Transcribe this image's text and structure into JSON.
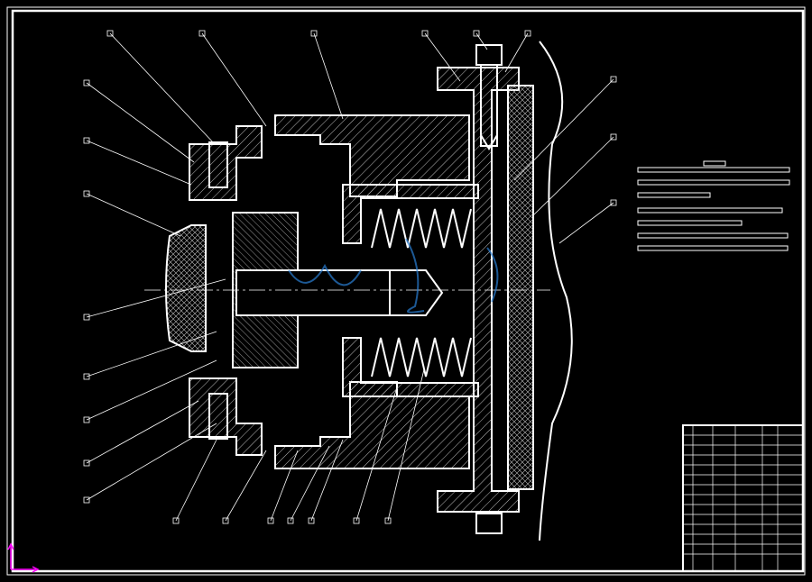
{
  "drawing": {
    "background": "#000000",
    "line_color": "#ffffff",
    "hatch_color": "#bdbdbd",
    "accent_ucs_color": "#ff00ff",
    "watermark_color": "#2a7fd4",
    "callouts": [
      {
        "id": "1"
      },
      {
        "id": "2"
      },
      {
        "id": "3"
      },
      {
        "id": "4"
      },
      {
        "id": "5"
      },
      {
        "id": "6"
      },
      {
        "id": "7"
      },
      {
        "id": "8"
      },
      {
        "id": "9"
      },
      {
        "id": "10"
      },
      {
        "id": "11"
      },
      {
        "id": "12"
      },
      {
        "id": "13"
      },
      {
        "id": "14"
      },
      {
        "id": "15"
      },
      {
        "id": "16"
      },
      {
        "id": "17"
      },
      {
        "id": "18"
      },
      {
        "id": "19"
      },
      {
        "id": "20"
      },
      {
        "id": "21"
      },
      {
        "id": "22"
      },
      {
        "id": "23"
      },
      {
        "id": "24"
      },
      {
        "id": "25"
      }
    ],
    "notes_lines": 7,
    "title_block_rows": 14
  }
}
